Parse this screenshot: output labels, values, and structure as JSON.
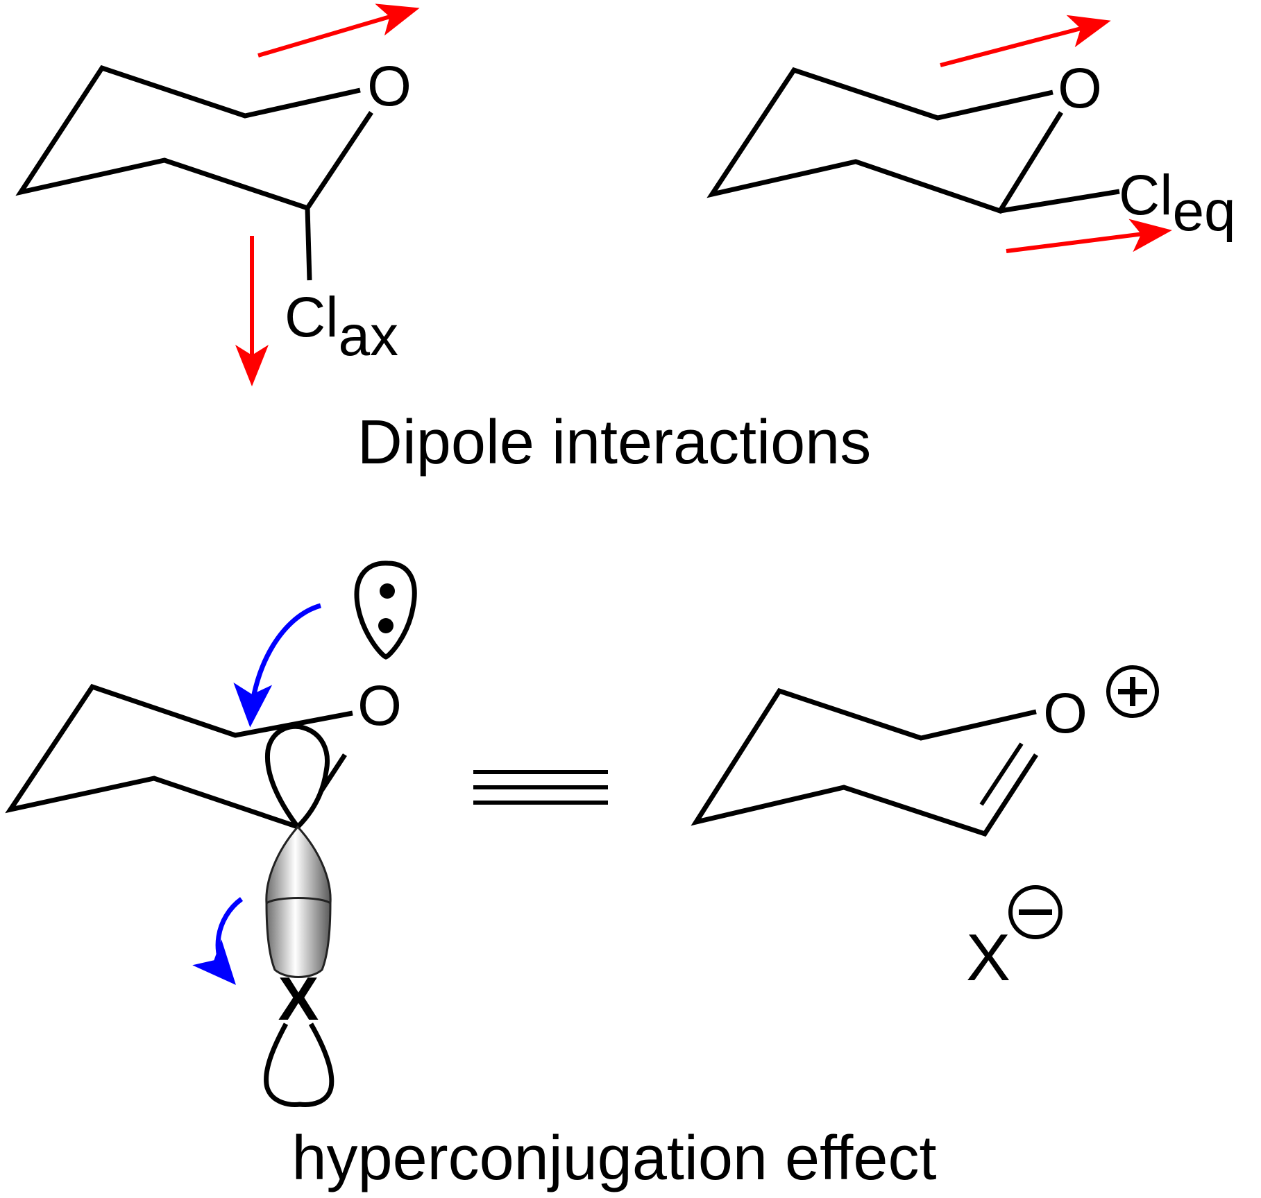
{
  "figure": {
    "colors": {
      "bond": "#000000",
      "dipole_arrow": "#ff0000",
      "electron_flow_arrow": "#0000ff",
      "orbital_fill": "#c8c8c8"
    },
    "top_left": {
      "ring_oxygen": "O",
      "substituent_main": "Cl",
      "substituent_sub": "ax"
    },
    "top_right": {
      "ring_oxygen": "O",
      "substituent_main": "Cl",
      "substituent_sub": "eq"
    },
    "caption_dipole": "Dipole interactions",
    "bottom_left": {
      "ring_oxygen": "O",
      "leaving_group": "X"
    },
    "equivalence_symbol": "≡",
    "bottom_right": {
      "ring_oxygen": "O",
      "charge_plus": "+",
      "counter_ion": "X",
      "charge_minus": "−"
    },
    "caption_hyperconjugation": "hyperconjugation effect"
  }
}
